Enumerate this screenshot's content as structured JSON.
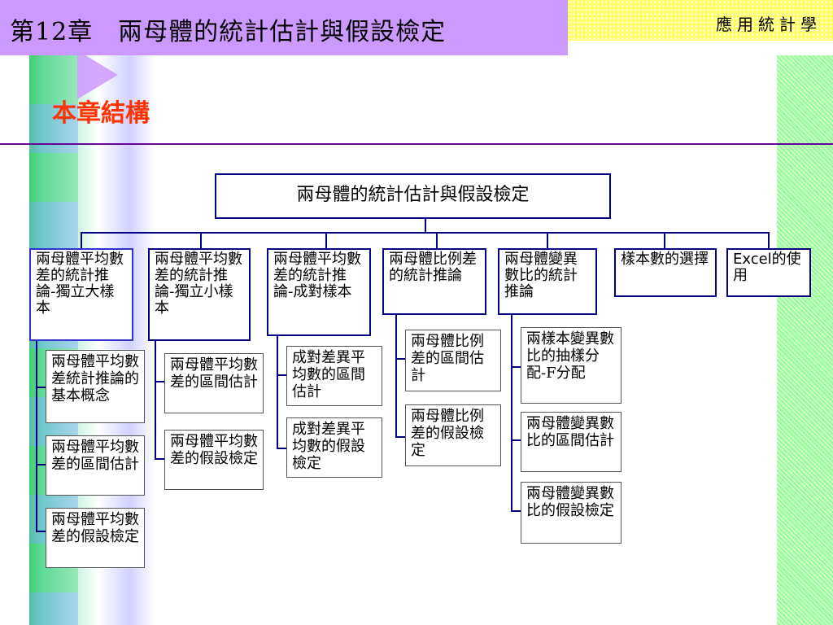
{
  "header": {
    "title": "第12章　兩母體的統計估計與假設檢定",
    "book": "應用統計學"
  },
  "heading": "本章結構",
  "colors": {
    "header_bg": "#cc99ff",
    "accent_red": "#ff3300",
    "line": "#000080"
  },
  "diagram": {
    "root": "兩母體的統計估計與假設檢定",
    "branches": [
      {
        "label": "兩母體平均數差的統計推論-獨立大樣本",
        "children": [
          "兩母體平均數差統計推論的基本概念",
          "兩母體平均數差的區間估計",
          "兩母體平均數差的假設檢定"
        ]
      },
      {
        "label": "兩母體平均數差的統計推論-獨立小樣本",
        "children": [
          "兩母體平均數差的區間估計",
          "兩母體平均數差的假設檢定"
        ]
      },
      {
        "label": "兩母體平均數差的統計推論-成對樣本",
        "children": [
          "成對差異平均數的區間估計",
          "成對差異平均數的假設檢定"
        ]
      },
      {
        "label": "兩母體比例差的統計推論",
        "children": [
          "兩母體比例差的區間估計",
          "兩母體比例差的假設檢定"
        ]
      },
      {
        "label": "兩母體變異數比的統計推論",
        "children": [
          "兩樣本變異數比的抽樣分配-F分配",
          "兩母體變異數比的區間估計",
          "兩母體變異數比的假設檢定"
        ]
      },
      {
        "label": "樣本數的選擇",
        "children": []
      },
      {
        "label": "Excel的使用",
        "children": []
      }
    ]
  }
}
